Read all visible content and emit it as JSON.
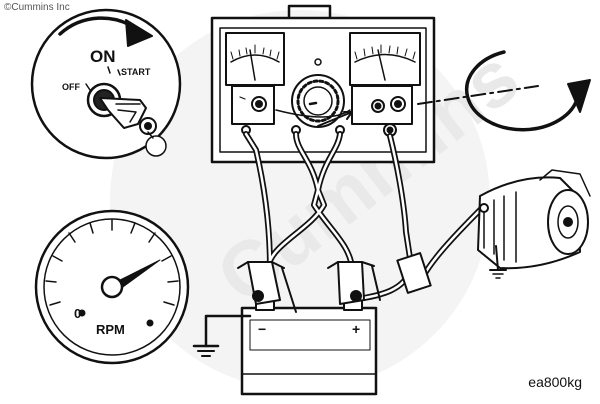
{
  "copyright": "©Cummins Inc",
  "figure_id": "ea800kg",
  "watermark": "Cummins",
  "ignition": {
    "off_label": "OFF",
    "on_label": "ON",
    "start_label": "START"
  },
  "tachometer": {
    "zero_label": "0",
    "unit_label": "RPM"
  },
  "battery": {
    "negative_label": "−",
    "positive_label": "+"
  },
  "icons": [
    "ignition-switch-icon",
    "key-icon",
    "tachometer-icon",
    "battery-icon",
    "ground-icon",
    "rotation-arrow-icon",
    "alternator-icon",
    "tester-icon",
    "clamp-icon"
  ],
  "colors": {
    "line": "#111111",
    "paper": "#ffffff",
    "watermark": "#eeeeee"
  }
}
